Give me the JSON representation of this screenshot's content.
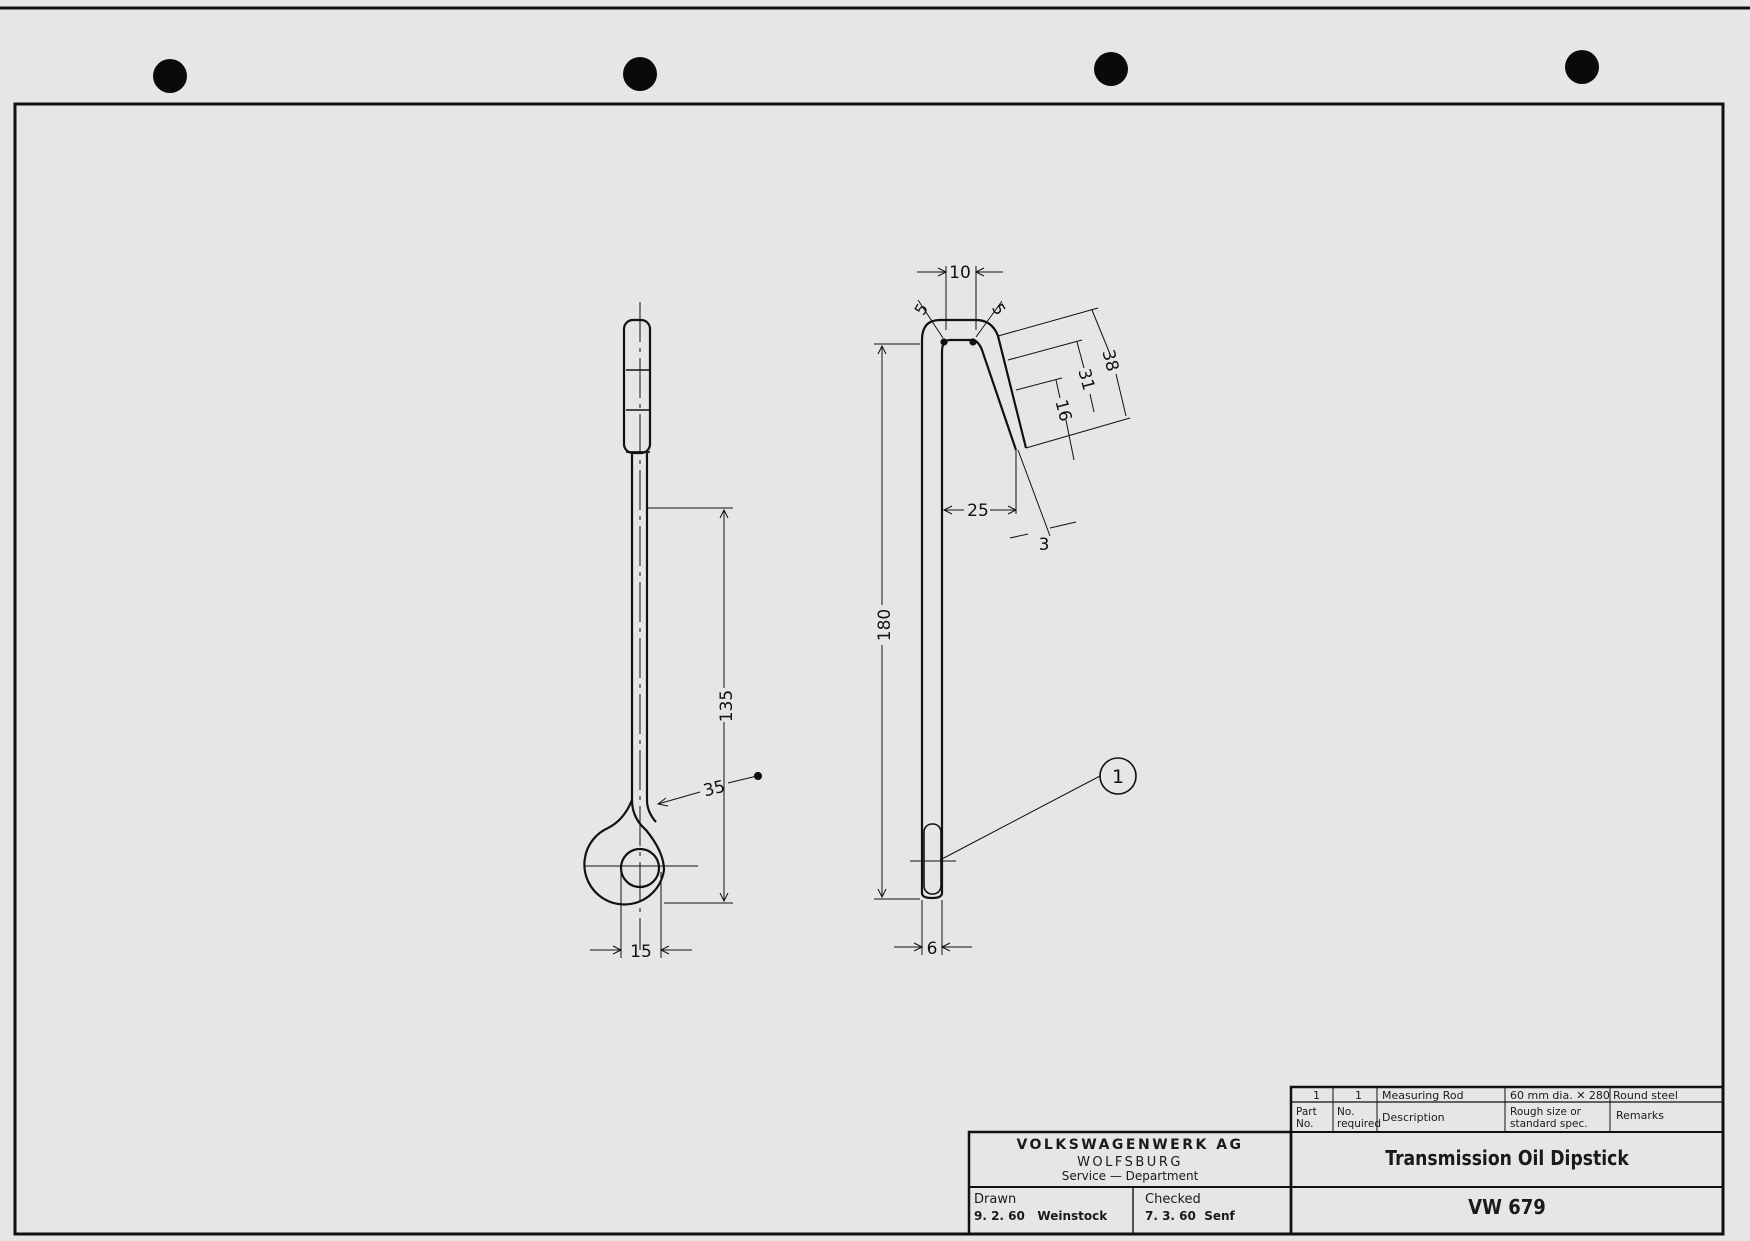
{
  "dimensions": {
    "width_top": "10",
    "chamfer_left": "5",
    "chamfer_right": "5",
    "len_38": "38",
    "len_31": "31",
    "len_16": "16",
    "offset_25": "25",
    "thickness_3": "3",
    "length_180": "180",
    "length_135": "135",
    "radius_35": "35",
    "eye_15": "15",
    "width_6": "6"
  },
  "callout": {
    "number": "1"
  },
  "title_block": {
    "company": "VOLKSWAGENWERK AG",
    "city": "WOLFSBURG",
    "department": "Service — Department",
    "drawn_label": "Drawn",
    "drawn_value": "9. 2. 60   Weinstock",
    "checked_label": "Checked",
    "checked_value": "7. 3. 60  Senf",
    "title": "Transmission Oil Dipstick",
    "number": "VW 679"
  },
  "parts_list": {
    "headers": {
      "part_no": "Part No.",
      "no_required": "No. required",
      "description": "Description",
      "size_spec": "Rough size or standard spec.",
      "remarks": "Remarks"
    },
    "rows": [
      {
        "part_no": "1",
        "no_required": "1",
        "description": "Measuring Rod",
        "size_spec": "60 mm dia. ✕ 280",
        "remarks": "Round steel"
      }
    ]
  },
  "colors": {
    "paper": "#e6e6e4",
    "ink": "#1a1a1a"
  }
}
